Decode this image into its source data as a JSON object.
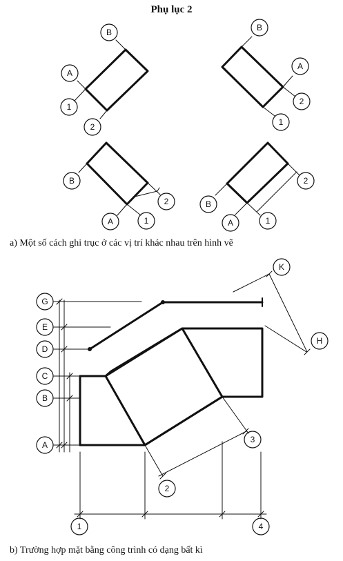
{
  "title": "Phụ lục 2",
  "caption_a": "a) Một số cách ghi trục ở các vị trí khác nhau trên hình vẽ",
  "caption_b": "b) Trường hợp mặt bằng công trình có dạng bất kì",
  "labels": {
    "A": "A",
    "B": "B",
    "C": "C",
    "D": "D",
    "E": "E",
    "G": "G",
    "H": "H",
    "K": "K",
    "n1": "1",
    "n2": "2",
    "n3": "3",
    "n4": "4"
  }
}
